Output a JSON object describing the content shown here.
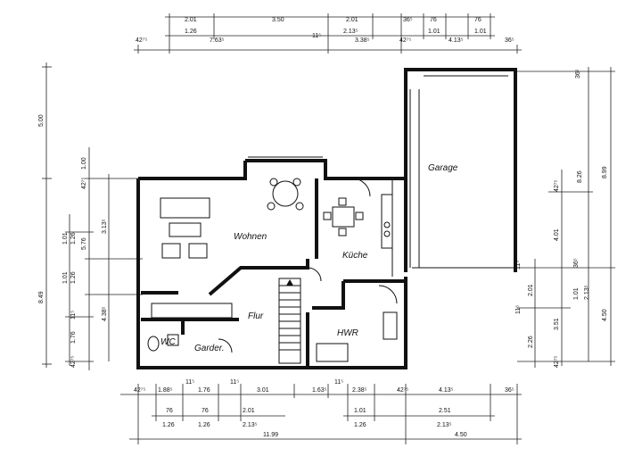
{
  "rooms": {
    "garage": "Garage",
    "wohnen": "Wohnen",
    "kueche": "Küche",
    "flur": "Flur",
    "hwr": "HWR",
    "wc": "WC",
    "garder": "Garder."
  },
  "dims": {
    "top_row1": [
      "2.01",
      "3.50",
      "2.01",
      "36⁵",
      "76",
      "76"
    ],
    "top_row2": [
      "1.26",
      "2.13⁵",
      "1.01",
      "1.01"
    ],
    "top_row3": [
      "42⁷⁵",
      "7.63⁵",
      "11⁵",
      "3.38⁵",
      "42⁷⁵",
      "4.13⁵",
      "36⁵"
    ],
    "left_outer": [
      "5.00",
      "8.49"
    ],
    "left_mid": [
      "42⁷⁵",
      "1.00",
      "5.76",
      "3.13⁵",
      "4.38⁵"
    ],
    "left_inner": [
      "1.01",
      "1.26",
      "1.01",
      "1.26",
      "11⁵",
      "1.76",
      "42⁷⁵"
    ],
    "right_outer": [
      "36⁵",
      "8.99",
      "4.50"
    ],
    "right_mid": [
      "42⁷⁵",
      "8.26",
      "4.01",
      "36⁵",
      "3.51"
    ],
    "right_inner": [
      "11⁵",
      "2.01",
      "1.01",
      "2.13⁵",
      "11⁵",
      "2.26",
      "42⁷⁵"
    ],
    "bottom_row1": [
      "42⁷⁵",
      "1.88⁵",
      "11⁵",
      "1.76",
      "11⁵",
      "3.01",
      "1.63⁵",
      "11⁵",
      "2.38⁵",
      "42⁷⁵",
      "4.13⁵",
      "36⁵"
    ],
    "bottom_row2": [
      "76",
      "76",
      "2.01",
      "1.01",
      "2.51"
    ],
    "bottom_row3": [
      "1.26",
      "1.26",
      "2.13⁵",
      "1.26",
      "2.13⁵"
    ],
    "bottom_total": [
      "11.99",
      "4.50"
    ]
  }
}
